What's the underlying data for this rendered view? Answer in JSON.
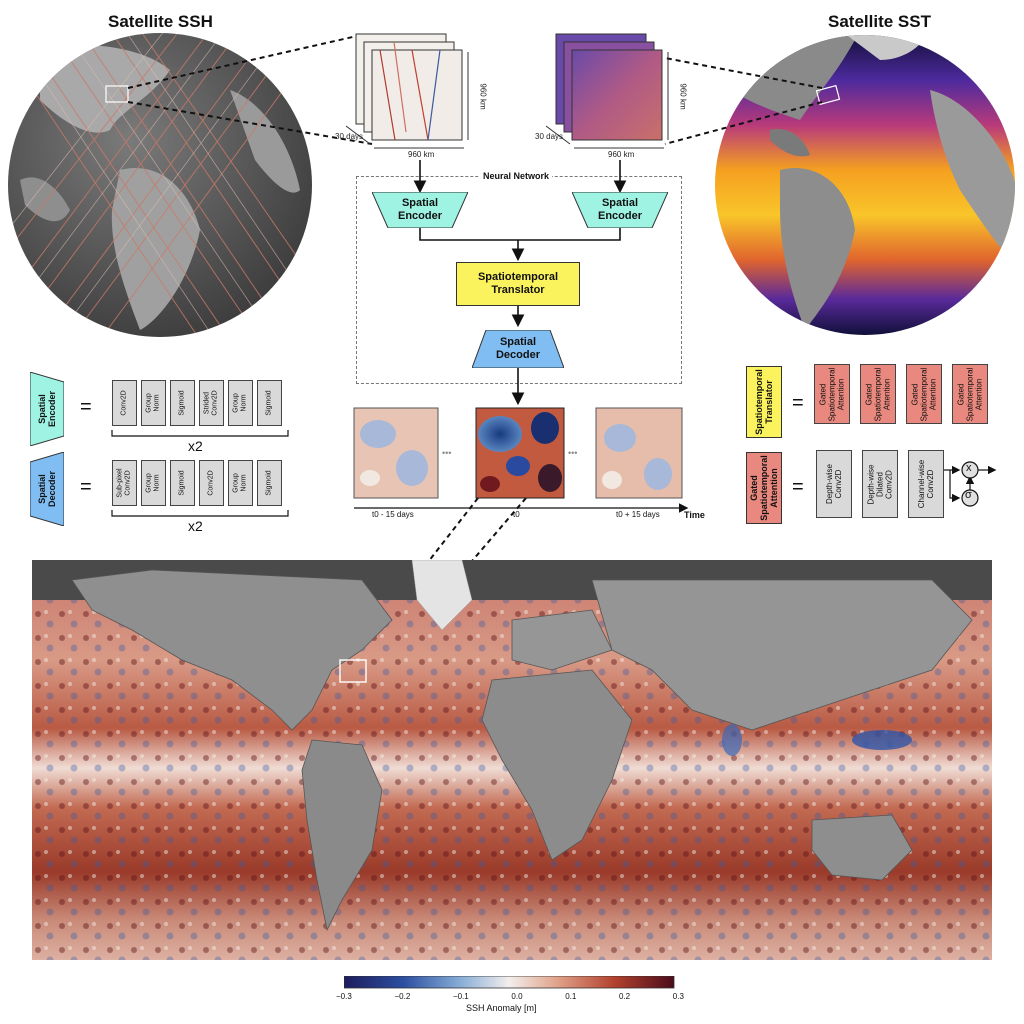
{
  "titles": {
    "ssh": "Satellite SSH",
    "sst": "Satellite SST"
  },
  "dims": {
    "ssh_time": "30 days",
    "ssh_height": "960 km",
    "ssh_width": "960 km",
    "sst_time": "30 days",
    "sst_height": "960 km",
    "sst_width": "960 km"
  },
  "network": {
    "label": "Neural Network",
    "encoder_left": "Spatial\nEncoder",
    "encoder_right": "Spatial\nEncoder",
    "translator": "Spatiotemporal\nTranslator",
    "decoder": "Spatial\nDecoder"
  },
  "outputs": {
    "ellipsis": "•••",
    "t_minus": "t0 - 15 days",
    "t0": "t0",
    "t_plus": "t0 + 15 days",
    "time_axis": "Time"
  },
  "encoder_legend": {
    "label": "Spatial\nEncoder",
    "equals": "=",
    "blocks": [
      "Conv2D",
      "Group\nNorm",
      "Sigmoid",
      "Strided\nConv2D",
      "Group\nNorm",
      "Sigmoid"
    ],
    "repeat": "x2"
  },
  "decoder_legend": {
    "label": "Spatial\nDecoder",
    "equals": "=",
    "blocks": [
      "Sub-pixel\nConv2D",
      "Group\nNorm",
      "Sigmoid",
      "Conv2D",
      "Group\nNorm",
      "Sigmoid"
    ],
    "repeat": "x2"
  },
  "translator_legend": {
    "label": "Spatiotemporal\nTranslator",
    "equals": "=",
    "blocks": [
      "Gated\nSpatiotemporal\nAttention",
      "Gated\nSpatiotemporal\nAttention",
      "Gated\nSpatiotemporal\nAttention",
      "Gated\nSpatiotemporal\nAttention"
    ]
  },
  "attention_legend": {
    "label": "Gated\nSpatiotemporal\nAttention",
    "equals": "=",
    "blocks": [
      "Depth-wise\nConv2D",
      "Depth-wise\nDilated\nConv2D",
      "Channel-wise\nConv2D"
    ],
    "multiply": "x",
    "sigma": "σ"
  },
  "colorbar": {
    "label": "SSH Anomaly [m]",
    "ticks": [
      "−0.3",
      "−0.2",
      "−0.1",
      "0.0",
      "0.1",
      "0.2",
      "0.3"
    ]
  },
  "colors": {
    "encoder": "#9ef3e3",
    "translator": "#fbf35e",
    "decoder": "#7fbdf2",
    "attention": "#e8887e",
    "block": "#d9d9d9"
  }
}
